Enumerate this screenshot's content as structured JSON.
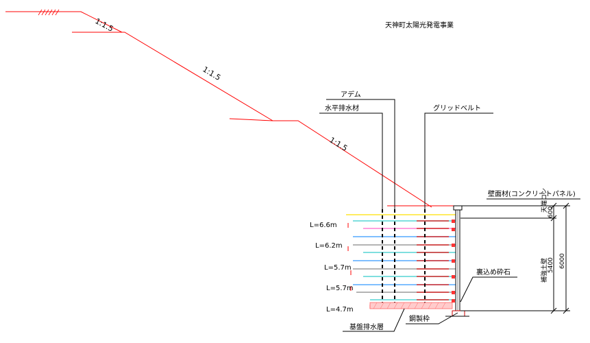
{
  "title": "天神町太陽光発電事業",
  "slope_labels": [
    "1:1.5",
    "1:1.5",
    "1:1.5"
  ],
  "callouts": {
    "adem": "アデム",
    "horizontal_drain": "水平排水材",
    "grid_belt": "グリッドベルト",
    "wall_facing": "壁面材(コンクリートパネル)",
    "backfill_stone": "裏込め砕石",
    "base_drain_layer": "基盤排水層",
    "steel_frame": "鋼製枠"
  },
  "reinforcement_lengths": [
    "L=6.6m",
    "L=6.2m",
    "L=5.7m",
    "L=5.7m",
    "L=4.7m"
  ],
  "dimensions": {
    "cap_label": "天端コン",
    "cap_value": "600",
    "reinforced_label": "補強土壁",
    "reinforced_value": "5400",
    "total_value": "6000"
  },
  "colors": {
    "ground": "#ff0000",
    "grid": "#000000",
    "layer_top": "#ffe000",
    "layer_cyan": "#33cccc",
    "layer_blue": "#3399ff",
    "layer_gray": "#888888",
    "layer_pink": "#ff66cc",
    "drain_layer": "#ff9999"
  }
}
